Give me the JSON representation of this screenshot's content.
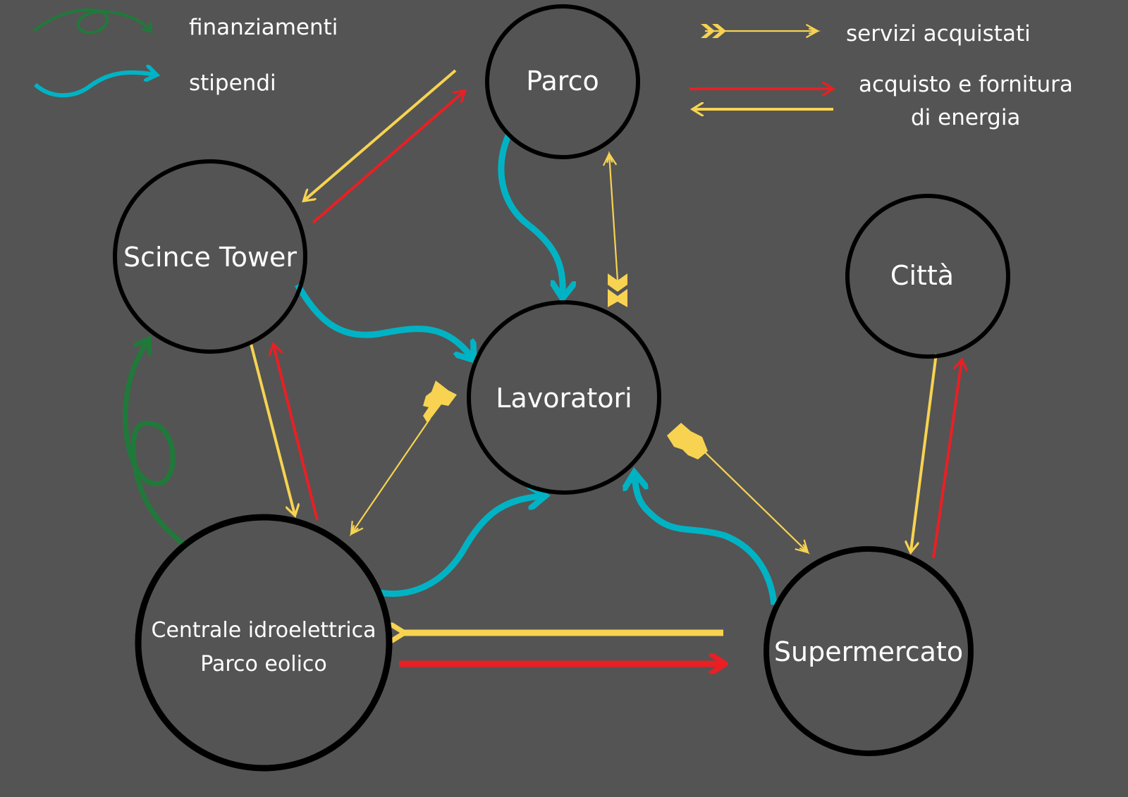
{
  "colors": {
    "background": "#545454",
    "node_stroke": "#000000",
    "finanziamenti": "#1f7a3a",
    "stipendi": "#00b3c4",
    "servizi": "#f7d351",
    "energia_red": "#ea1f24",
    "energia_yellow": "#f7d351",
    "text": "#ffffff"
  },
  "legend": {
    "finanziamenti": "finanziamenti",
    "stipendi": "stipendi",
    "servizi": "servizi acquistati",
    "energia_line1": "acquisto e fornitura",
    "energia_line2": "di energia"
  },
  "nodes": {
    "parco": "Parco",
    "science_tower": "Scince Tower",
    "citta": "Città",
    "lavoratori": "Lavoratori",
    "centrale_line1": "Centrale idroelettrica",
    "centrale_line2": "Parco eolico",
    "supermercato": "Supermercato"
  }
}
